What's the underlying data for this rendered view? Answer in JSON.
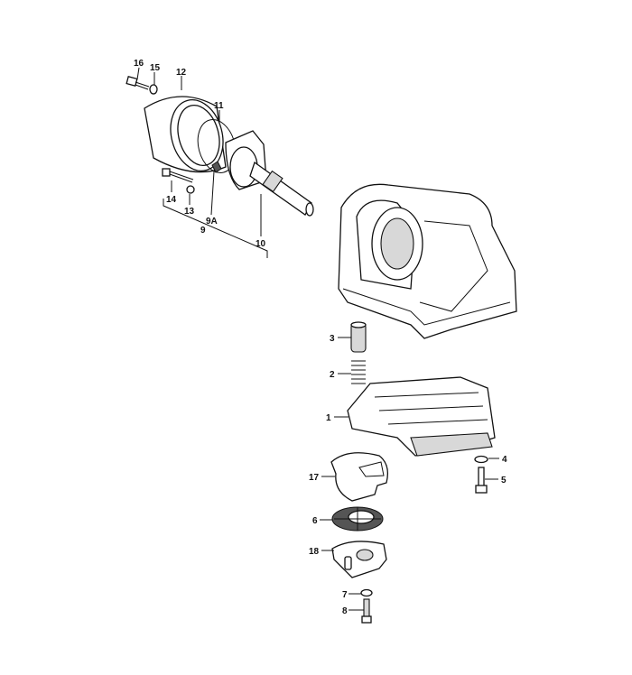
{
  "diagram": {
    "type": "exploded-parts-diagram",
    "callouts": {
      "c16": "16",
      "c15": "15",
      "c12": "12",
      "c11": "11",
      "c14": "14",
      "c13": "13",
      "c9a": "9A",
      "c9": "9",
      "c10": "10",
      "c3": "3",
      "c2": "2",
      "c1": "1",
      "c4": "4",
      "c5": "5",
      "c17": "17",
      "c6": "6",
      "c18": "18",
      "c7": "7",
      "c8": "8"
    }
  }
}
